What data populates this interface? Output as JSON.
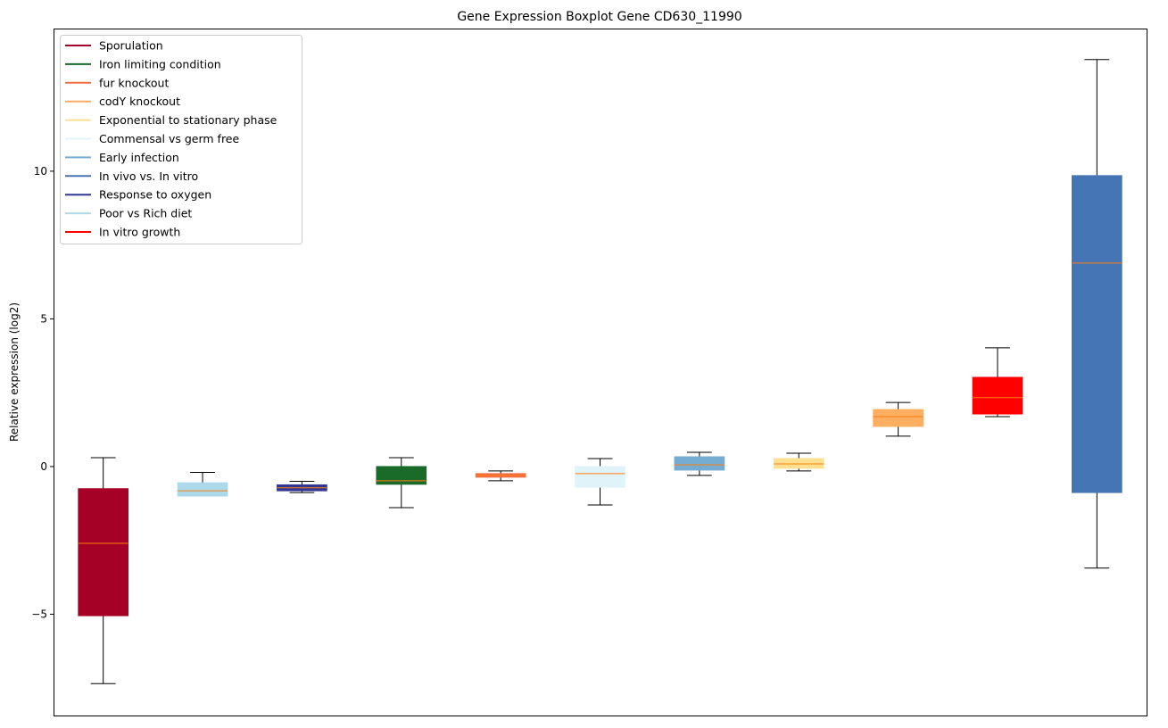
{
  "chart_data": {
    "type": "box",
    "title": "Gene Expression Boxplot Gene CD630_11990",
    "xlabel": "",
    "ylabel": "Relative expression (log2)",
    "ylim": [
      -8.43,
      14.83
    ],
    "yticks": [
      -5,
      0,
      5,
      10
    ],
    "ytick_labels": [
      "−5",
      "0",
      "5",
      "10"
    ],
    "grid": false,
    "legend_position": "top-left",
    "boxes": [
      {
        "name": "Sporulation",
        "color": "#a50026",
        "whislo": -7.35,
        "q1": -5.05,
        "med": -2.6,
        "q3": -0.75,
        "whishi": 0.3
      },
      {
        "name": "Poor vs Rich diet",
        "color": "#abd9e9",
        "whislo": -1.0,
        "q1": -1.0,
        "med": -0.82,
        "q3": -0.55,
        "whishi": -0.2
      },
      {
        "name": "Response to oxygen",
        "color": "#313695",
        "whislo": -0.88,
        "q1": -0.82,
        "med": -0.72,
        "q3": -0.62,
        "whishi": -0.5
      },
      {
        "name": "Iron limiting condition",
        "color": "#1a6b2a",
        "whislo": -1.39,
        "q1": -0.6,
        "med": -0.48,
        "q3": 0.0,
        "whishi": 0.3
      },
      {
        "name": "fur knockout",
        "color": "#f46d43",
        "whislo": -0.48,
        "q1": -0.36,
        "med": -0.3,
        "q3": -0.24,
        "whishi": -0.15
      },
      {
        "name": "Commensal vs germ free",
        "color": "#e0f3f8",
        "whislo": -1.3,
        "q1": -0.7,
        "med": -0.24,
        "q3": 0.0,
        "whishi": 0.27
      },
      {
        "name": "Early infection",
        "color": "#74add1",
        "whislo": -0.3,
        "q1": -0.12,
        "med": 0.06,
        "q3": 0.33,
        "whishi": 0.48
      },
      {
        "name": "Exponential to stationary phase",
        "color": "#fee090",
        "whislo": -0.15,
        "q1": -0.06,
        "med": 0.09,
        "q3": 0.27,
        "whishi": 0.45
      },
      {
        "name": "codY knockout",
        "color": "#fdae61",
        "whislo": 1.03,
        "q1": 1.36,
        "med": 1.69,
        "q3": 1.93,
        "whishi": 2.17
      },
      {
        "name": "In vitro growth",
        "color": "#ff0000",
        "whislo": 1.69,
        "q1": 1.78,
        "med": 2.33,
        "q3": 3.02,
        "whishi": 4.02
      },
      {
        "name": "In vivo vs. In vitro",
        "color": "#4575b4",
        "whislo": -3.44,
        "q1": -0.88,
        "med": 6.89,
        "q3": 9.85,
        "whishi": 13.78
      }
    ],
    "median_color": "#ff7f0e",
    "legend": [
      {
        "label": "Sporulation",
        "color": "#a50026"
      },
      {
        "label": "Iron limiting condition",
        "color": "#1a6b2a"
      },
      {
        "label": "fur knockout",
        "color": "#f46d43"
      },
      {
        "label": "codY knockout",
        "color": "#fdae61"
      },
      {
        "label": "Exponential to stationary phase",
        "color": "#fee090"
      },
      {
        "label": "Commensal vs germ free",
        "color": "#e0f3f8"
      },
      {
        "label": "Early infection",
        "color": "#74add1"
      },
      {
        "label": "In vivo vs. In vitro",
        "color": "#4575b4"
      },
      {
        "label": "Response to oxygen",
        "color": "#313695"
      },
      {
        "label": "Poor vs Rich diet",
        "color": "#abd9e9"
      },
      {
        "label": "In vitro growth",
        "color": "#ff0000"
      }
    ]
  }
}
